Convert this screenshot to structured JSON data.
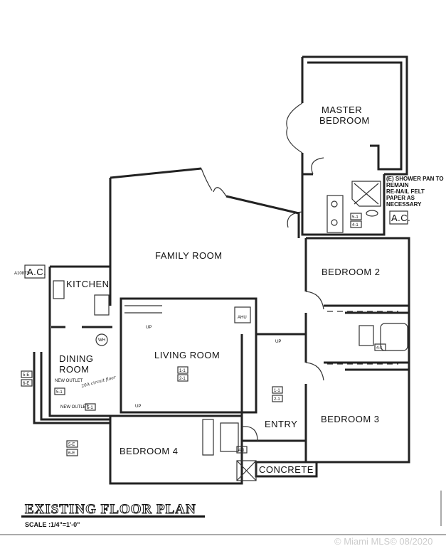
{
  "rooms": {
    "master_bedroom_line1": "MASTER",
    "master_bedroom_line2": "BEDROOM",
    "family_room": "FAMILY ROOM",
    "kitchen": "KITCHEN",
    "dining_line1": "DINING",
    "dining_line2": "ROOM",
    "living_room": "LIVING ROOM",
    "bedroom2": "BEDROOM 2",
    "bedroom3": "BEDROOM 3",
    "bedroom4": "BEDROOM 4",
    "entry": "ENTRY",
    "concrete": "CONCRETE",
    "ac_right": "A.C.",
    "ac_left": "A.C."
  },
  "notes": {
    "shower_line1": "(E) SHOWER PAN TO REMAIN",
    "shower_line2": "RE-NAIL FELT PAPER AS NECESSARY",
    "new_outlet": "NEW OUTLET",
    "handwritten": "20A circuit floor",
    "ahu": "AHU",
    "wh": "WH",
    "up": "UP"
  },
  "tags": {
    "t51": "5-1",
    "t41": "4-1",
    "t11": "1-1",
    "t21": "2-1",
    "t5e": "5-E",
    "t6e": "6-E"
  },
  "title": "EXISTING FLOOR PLAN",
  "scale": "SCALE :1/4\"=1'-0\"",
  "watermark": "© Miami MLS© 08/2020",
  "listing_watermark": "A10873"
}
